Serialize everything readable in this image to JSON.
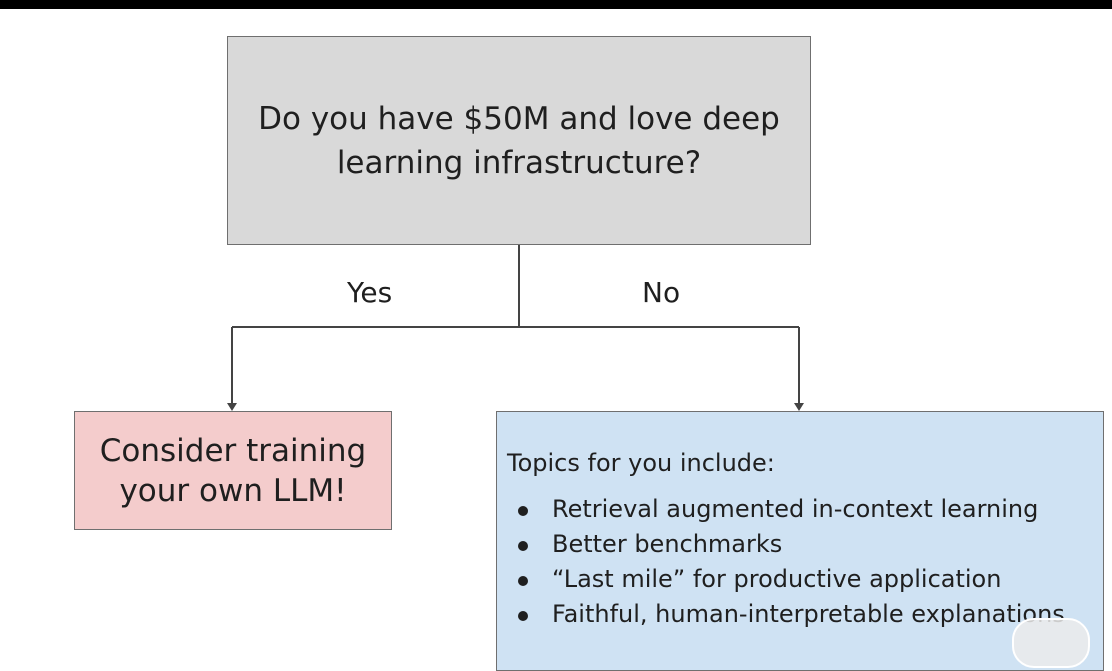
{
  "diagram": {
    "question": "Do you have $50M and love deep learning infrastructure?",
    "yes_label": "Yes",
    "no_label": "No",
    "yes_outcome": "Consider training your own LLM!",
    "no_outcome": {
      "heading": "Topics for you include:",
      "topics": [
        "Retrieval augmented in-context learning",
        "Better benchmarks",
        "“Last mile” for productive application",
        "Faithful, human-interpretable explanations"
      ]
    }
  },
  "colors": {
    "question_box": "#d9d9d9",
    "yes_box": "#f4cccc",
    "no_box": "#cfe2f3",
    "connector": "#444444",
    "top_bar": "#000000"
  }
}
